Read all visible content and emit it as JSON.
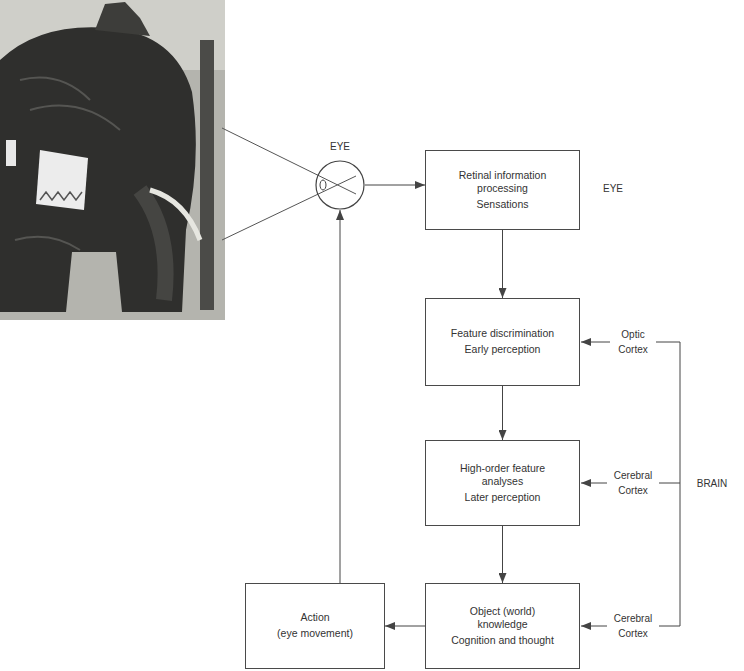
{
  "diagram": {
    "nodes": [
      {
        "text": [
          "EYE"
        ]
      },
      {
        "text": [
          "Retinal information processing",
          "Sensations"
        ]
      },
      {
        "text": [
          "Feature discrimination",
          "Early perception"
        ]
      },
      {
        "text": [
          "High-order feature analyses",
          "Later perception"
        ]
      },
      {
        "text": [
          "Object (world) knowledge",
          "Cognition and thought"
        ]
      },
      {
        "text": [
          "Action",
          "(eye movement)"
        ]
      }
    ],
    "edges": [
      {
        "from": 0,
        "to": 1,
        "arrow": "to"
      },
      {
        "from": 1,
        "to": 2,
        "arrow": "to"
      },
      {
        "from": 2,
        "to": 3,
        "arrow": "to"
      },
      {
        "from": 3,
        "to": 4,
        "arrow": "to"
      },
      {
        "from": 4,
        "to": 5,
        "arrow": "to"
      },
      {
        "from": 5,
        "to": 0,
        "arrow": "to"
      }
    ],
    "labels": [
      "EYE",
      "Optic Cortex",
      "Cerebral Cortex",
      "BRAIN",
      "Cerebral Cortex"
    ]
  }
}
